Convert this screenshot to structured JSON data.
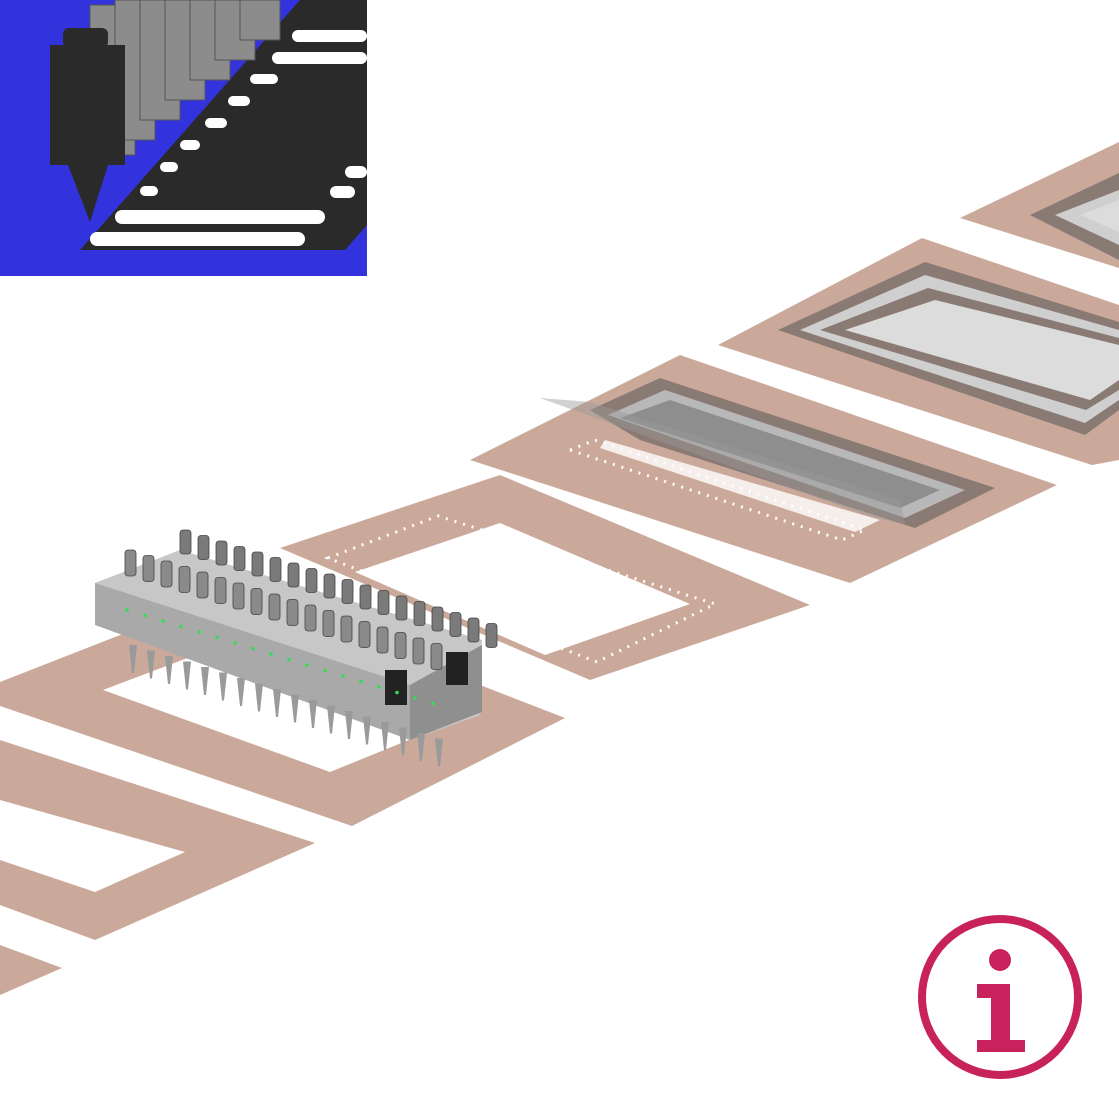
{
  "colors": {
    "background": "#ffffff",
    "substrate": "#cba99a",
    "substrate_edge": "#b89080",
    "logo_background": "#3333dd",
    "logo_dark": "#2a2a2a",
    "logo_gray": "#8c8c8c",
    "info_accent": "#c8225c",
    "adhesive_gray": "#d6d6d6",
    "adhesive_dark": "#8a7a74"
  },
  "icons": {
    "logo": "dispensing-needles-logo-icon",
    "info": "info-icon"
  },
  "scene": {
    "description_free": true,
    "frames": [
      "blank",
      "dotted-adhesive",
      "bead-with-film",
      "bead-sealed",
      "bead-sealed-partial"
    ]
  }
}
